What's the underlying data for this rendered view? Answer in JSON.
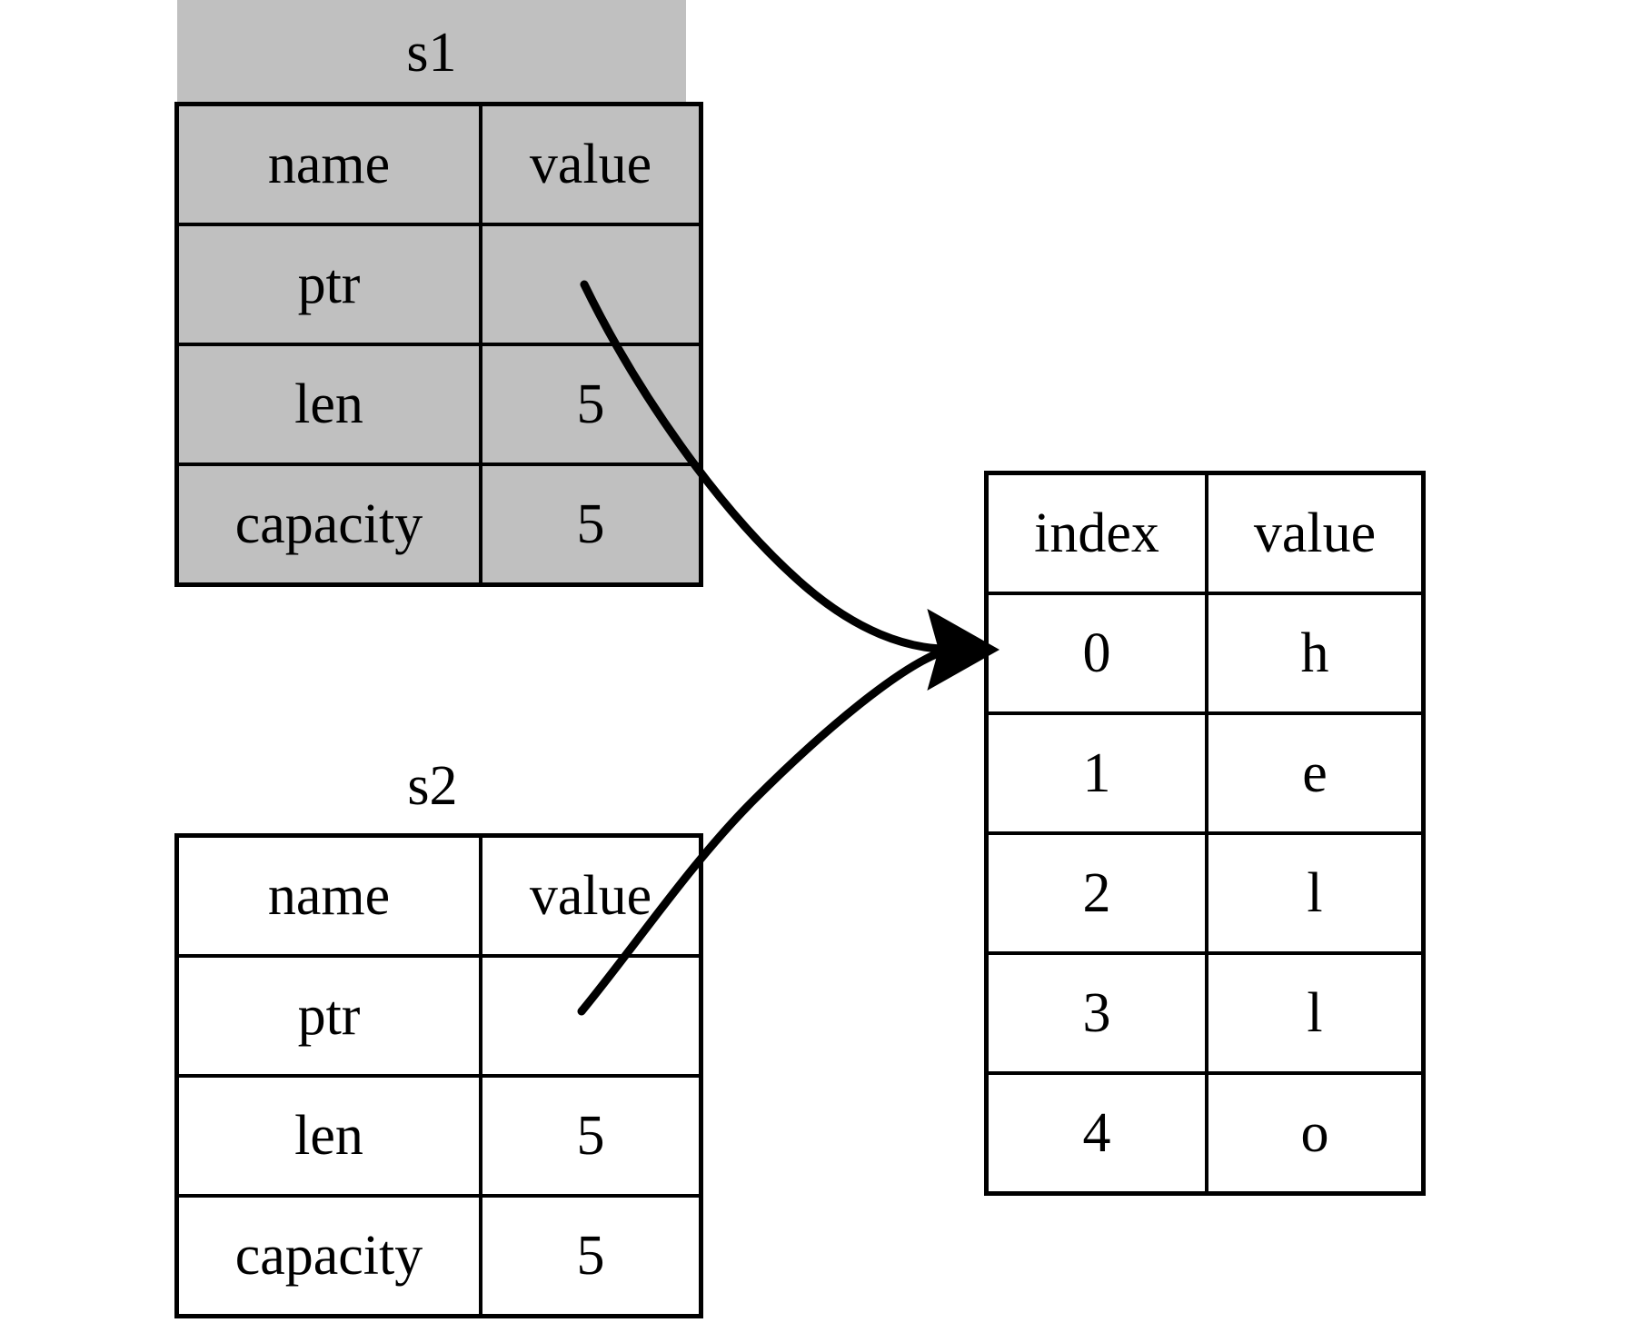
{
  "diagram": {
    "title": "rust string ownership memory diagram",
    "colors": {
      "shaded_fill": "#c0c0c0",
      "plain_fill": "#ffffff",
      "stroke": "#000000"
    }
  },
  "s1": {
    "label": "s1",
    "shaded": true,
    "headers": {
      "name": "name",
      "value": "value"
    },
    "rows": [
      {
        "name": "ptr",
        "value": ""
      },
      {
        "name": "len",
        "value": "5"
      },
      {
        "name": "capacity",
        "value": "5"
      }
    ]
  },
  "s2": {
    "label": "s2",
    "shaded": false,
    "headers": {
      "name": "name",
      "value": "value"
    },
    "rows": [
      {
        "name": "ptr",
        "value": ""
      },
      {
        "name": "len",
        "value": "5"
      },
      {
        "name": "capacity",
        "value": "5"
      }
    ]
  },
  "heap": {
    "headers": {
      "index": "index",
      "value": "value"
    },
    "rows": [
      {
        "index": "0",
        "value": "h"
      },
      {
        "index": "1",
        "value": "e"
      },
      {
        "index": "2",
        "value": "l"
      },
      {
        "index": "3",
        "value": "l"
      },
      {
        "index": "4",
        "value": "o"
      }
    ]
  },
  "arrows": [
    {
      "from": "s1.ptr",
      "to": "heap.row0",
      "style": "curved-solid-arrowhead"
    },
    {
      "from": "s2.ptr",
      "to": "heap.row0",
      "style": "curved-solid-arrowhead"
    }
  ]
}
